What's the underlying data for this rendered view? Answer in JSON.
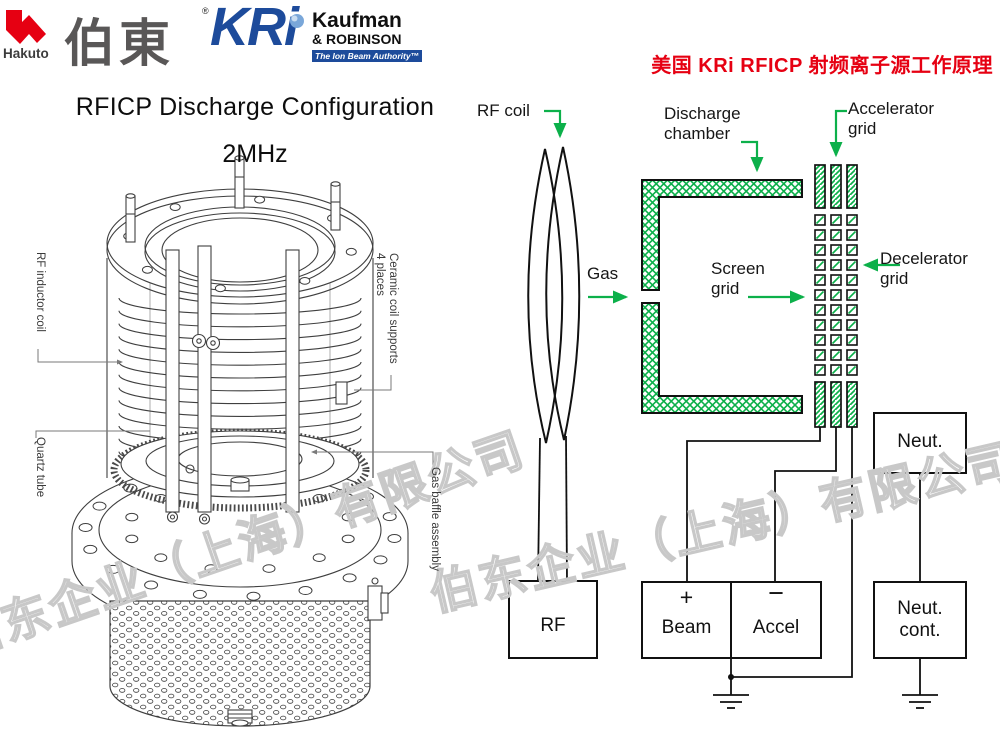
{
  "header": {
    "hakuto": {
      "wordmark": "Hakuto",
      "cjk": "伯東"
    },
    "kri": {
      "reg": "®",
      "mark": "KRi",
      "name_line1": "Kaufman",
      "name_line2": "& ROBINSON",
      "tagline": "The Ion Beam Authority™"
    },
    "heading_cn": "美国 KRi RFICP 射频离子源工作原理"
  },
  "left_panel": {
    "title": "RFICP Discharge Configuration",
    "subtitle": "2MHz",
    "labels": {
      "rf_inductor_coil": "RF inductor coil",
      "quartz_tube": "Quartz tube",
      "ceramic_supports": "Ceramic coil supports\n4 places",
      "gas_baffle": "Gas baffle assembly"
    }
  },
  "schematic": {
    "labels": {
      "rf_coil": "RF coil",
      "discharge_chamber": "Discharge\nchamber",
      "accelerator_grid": "Accelerator\ngrid",
      "gas": "Gas",
      "screen_grid": "Screen\ngrid",
      "decelerator_grid": "Decelerator\ngrid"
    },
    "boxes": {
      "rf": "RF",
      "beam": "Beam",
      "accel": "Accel",
      "neut": "Neut.",
      "neut_cont": "Neut.\ncont.",
      "beam_polarity": "+",
      "accel_polarity": "−"
    }
  },
  "watermark": {
    "text": "伯东企业（上海）有限公司"
  },
  "colors": {
    "accent_green": "#0cb04a",
    "heading_red": "#e60012",
    "kri_blue": "#1d4b9b",
    "hakuto_red": "#e60012",
    "logo_gray": "#595757",
    "watermark_gray": "#c8c8c8"
  }
}
